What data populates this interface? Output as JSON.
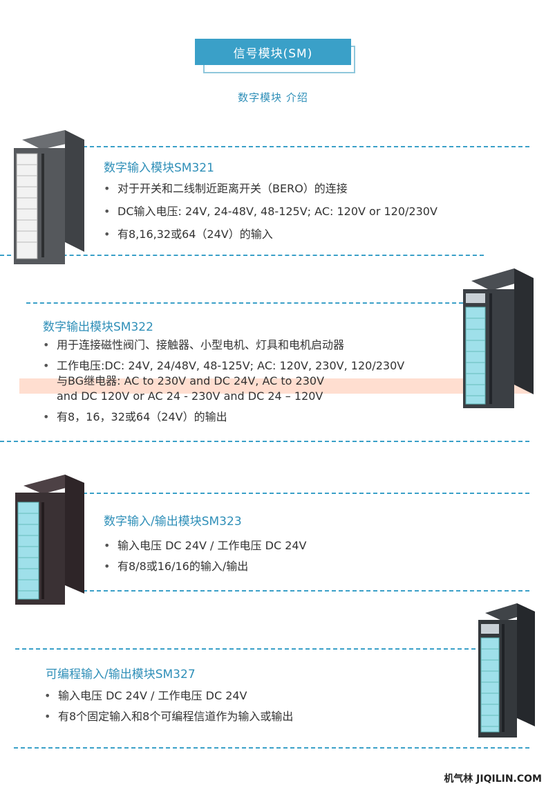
{
  "header": {
    "banner": "信号模块(SM)",
    "subtitle": "数字模块  介绍"
  },
  "sections": [
    {
      "title": "数字输入模块SM321",
      "bullets": [
        "对于开关和二线制近距离开关（BERO）的连接",
        "DC输入电压: 24V, 24-48V, 48-125V; AC: 120V or 120/230V",
        "有8,16,32或64（24V）的输入"
      ]
    },
    {
      "title": "数字输出模块SM322",
      "bullets": [
        "用于连接磁性阀门、接触器、小型电机、灯具和电机启动器",
        "工作电压:DC: 24V, 24/48V, 48-125V; AC: 120V, 230V, 120/230V\n与BG继电器: AC to 230V and DC 24V, AC to 230V\nand DC 120V or AC 24 - 230V and DC 24 – 120V",
        "有8，16，32或64（24V）的输出"
      ]
    },
    {
      "title": "数字输入/输出模块SM323",
      "bullets": [
        "输入电压 DC 24V / 工作电压 DC 24V",
        "有8/8或16/16的输入/输出"
      ]
    },
    {
      "title": "可编程输入/输出模块SM327",
      "bullets": [
        "输入电压 DC 24V / 工作电压 DC 24V",
        "有8个固定输入和8个可编程信道作为输入或输出"
      ]
    }
  ],
  "images": [
    "module-sm321-icon",
    "module-sm322-icon",
    "module-sm323-icon",
    "module-sm327-icon"
  ],
  "footer": {
    "text": "机气林  JIQILIN.COM"
  },
  "colors": {
    "accent": "#3aa0c8",
    "title": "#2f8fb8"
  }
}
